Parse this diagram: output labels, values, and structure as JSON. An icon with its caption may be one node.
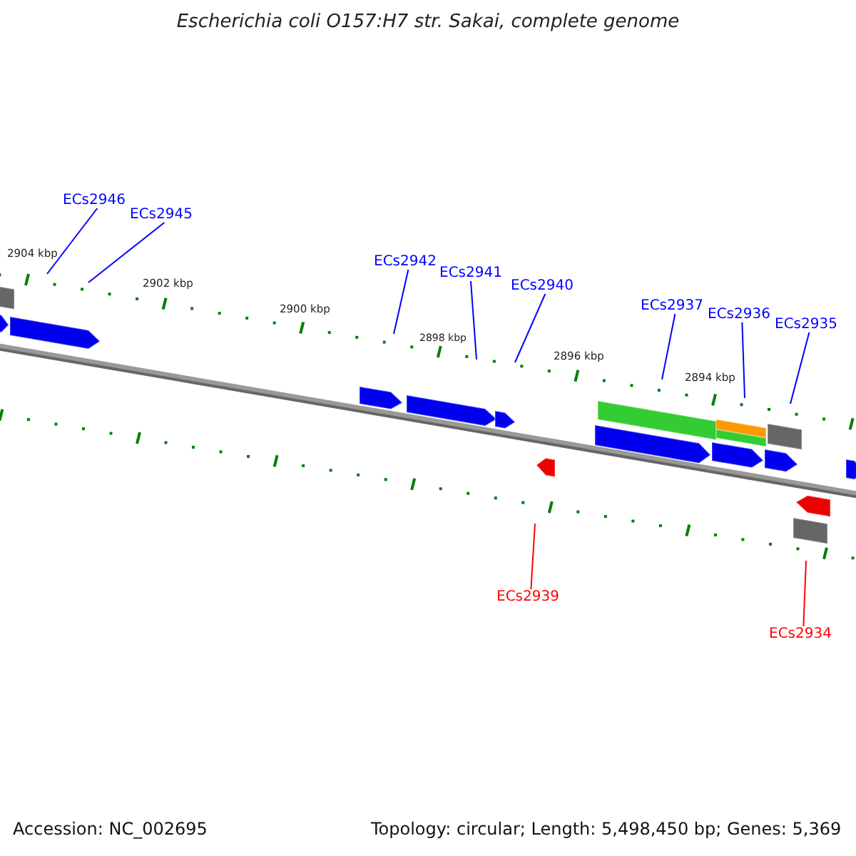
{
  "diagram": {
    "title": "Escherichia coli O157:H7 str. Sakai, complete genome",
    "nodes": [
      {
        "text": [
          "ECs2946"
        ]
      },
      {
        "text": [
          "ECs2945"
        ]
      },
      {
        "text": [
          "ECs2942"
        ]
      },
      {
        "text": [
          "ECs2941"
        ]
      },
      {
        "text": [
          "ECs2940"
        ]
      },
      {
        "text": [
          "ECs2937"
        ]
      },
      {
        "text": [
          "ECs2936"
        ]
      },
      {
        "text": [
          "ECs2935"
        ]
      },
      {
        "text": [
          "ECs2939"
        ]
      },
      {
        "text": [
          "ECs2934"
        ]
      }
    ],
    "edges": [
      {
        "from": 0,
        "to": null,
        "arrow": "none"
      },
      {
        "from": 1,
        "to": null,
        "arrow": "none"
      },
      {
        "from": 2,
        "to": null,
        "arrow": "none"
      },
      {
        "from": 3,
        "to": null,
        "arrow": "none"
      },
      {
        "from": 4,
        "to": null,
        "arrow": "none"
      },
      {
        "from": 5,
        "to": null,
        "arrow": "none"
      },
      {
        "from": 6,
        "to": null,
        "arrow": "none"
      },
      {
        "from": 7,
        "to": null,
        "arrow": "none"
      },
      {
        "from": 8,
        "to": null,
        "arrow": "none",
        "color": "#ff0000"
      },
      {
        "from": 9,
        "to": null,
        "arrow": "none",
        "color": "#ff0000"
      }
    ],
    "labels": [
      "2904 kbp",
      "2902 kbp",
      "2900 kbp",
      "2898 kbp",
      "2896 kbp",
      "2894 kbp",
      "Accession: NC_002695",
      "Topology: circular; Length: 5,498,450 bp; Genes: 5,369"
    ]
  }
}
